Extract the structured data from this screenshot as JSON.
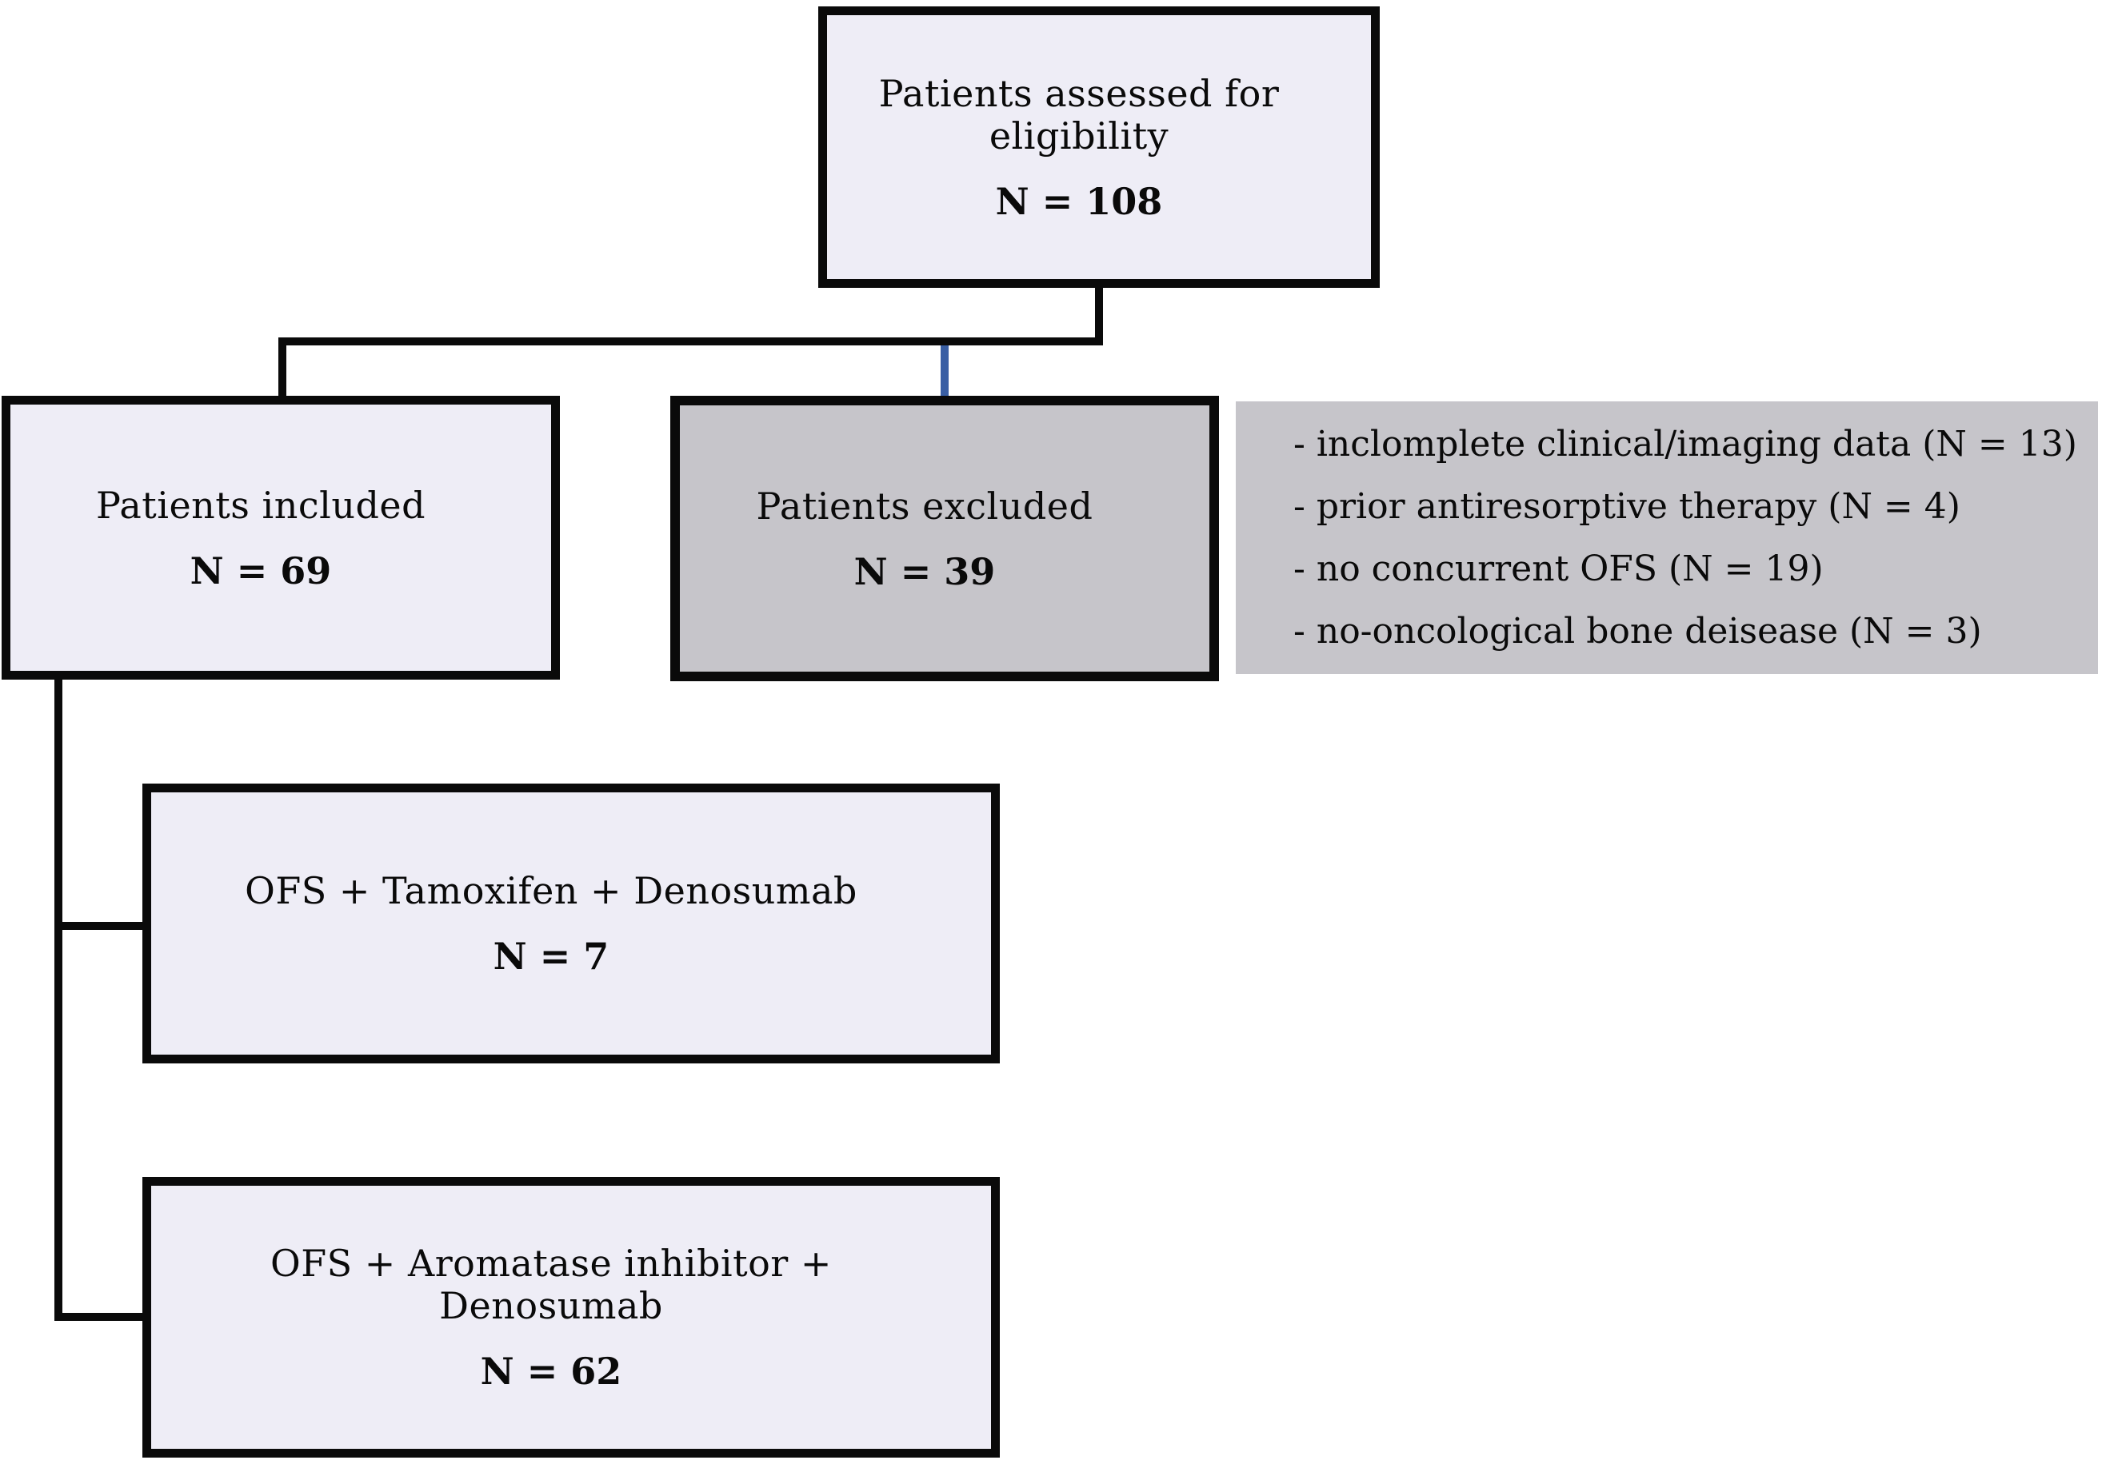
{
  "diagram": {
    "type": "patient-flow-chart",
    "colors": {
      "light_box_fill": "#eeedf6",
      "gray_box_fill": "#c6c5ca",
      "border": "#0a0a0a",
      "connector": "#0a0a0a",
      "connector_blue": "#3a5fa4"
    },
    "nodes": {
      "assessed": {
        "label": "Patients assessed for eligibility",
        "count": "N = 108"
      },
      "included": {
        "label": "Patients included",
        "count": "N = 69"
      },
      "excluded": {
        "label": "Patients excluded",
        "count": "N = 39"
      },
      "exclusion_reasons": {
        "items": [
          "- inclomplete clinical/imaging data (N = 13)",
          "- prior antiresorptive therapy (N = 4)",
          "- no concurrent OFS (N = 19)",
          "- no-oncological bone deisease (N = 3)"
        ]
      },
      "tamoxifen": {
        "label": "OFS + Tamoxifen + Denosumab",
        "count": "N = 7"
      },
      "aromatase": {
        "label": "OFS + Aromatase inhibitor + Denosumab",
        "count": "N = 62"
      }
    }
  }
}
